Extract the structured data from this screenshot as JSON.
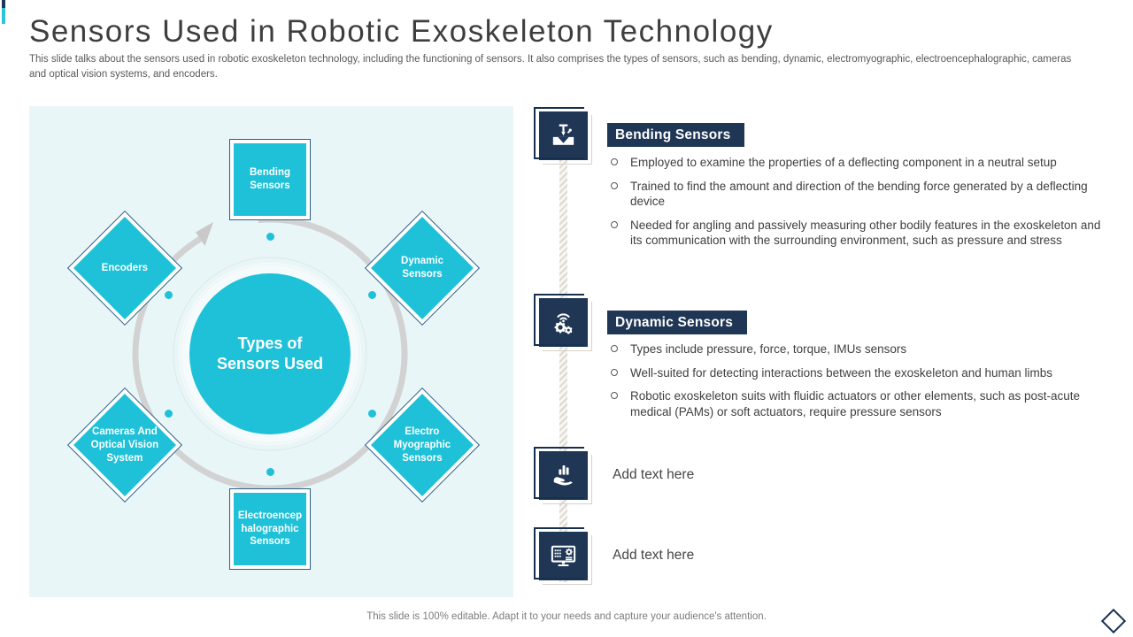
{
  "slide": {
    "title": "Sensors Used in Robotic Exoskeleton Technology",
    "subtitle": "This slide talks about the sensors used in robotic exoskeleton technology, including the functioning of sensors. It also comprises the types of sensors, such as bending, dynamic, electromyographic, electroencephalographic, cameras and optical vision systems, and encoders.",
    "footer": "This slide is 100% editable. Adapt it to your needs and capture your audience's attention."
  },
  "colors": {
    "cyan": "#1ec1d8",
    "navy": "#1f3655",
    "panel_bg": "#e9f6f8"
  },
  "diagram": {
    "center_label": "Types of\nSensors Used",
    "nodes": [
      {
        "id": "bending-sensors",
        "label": "Bending\nSensors",
        "position": "top",
        "shape": "square"
      },
      {
        "id": "dynamic-sensors",
        "label": "Dynamic\nSensors",
        "position": "top-right",
        "shape": "diamond"
      },
      {
        "id": "electro-myographic-sensors",
        "label": "Electro\nMyographic\nSensors",
        "position": "bottom-right",
        "shape": "diamond"
      },
      {
        "id": "electroencephalographic-sensors",
        "label": "Electroencep\nhalographic\nSensors",
        "position": "bottom",
        "shape": "square"
      },
      {
        "id": "cameras-optical-vision",
        "label": "Cameras And\nOptical Vision\nSystem",
        "position": "bottom-left",
        "shape": "diamond"
      },
      {
        "id": "encoders",
        "label": "Encoders",
        "position": "top-left",
        "shape": "diamond"
      }
    ]
  },
  "sections": [
    {
      "icon": "bending-press-icon",
      "title": "Bending Sensors",
      "bullets": [
        "Employed to examine the properties of a deflecting component in a neutral setup",
        "Trained to find the amount and direction of the bending force generated by a deflecting device",
        "Needed for angling and passively measuring other bodily features in the exoskeleton and its communication with the surrounding environment, such as pressure and stress"
      ]
    },
    {
      "icon": "gears-signal-icon",
      "title": "Dynamic Sensors",
      "bullets": [
        "Types include pressure, force, torque, IMUs sensors",
        "Well-suited for detecting interactions between the exoskeleton and human limbs",
        "Robotic exoskeleton suits with fluidic actuators or other elements, such as post-acute medical (PAMs) or soft actuators, require pressure sensors"
      ]
    },
    {
      "icon": "hand-chart-icon",
      "title": "Add text here",
      "bullets": []
    },
    {
      "icon": "monitor-data-icon",
      "title": "Add text here",
      "bullets": []
    }
  ]
}
